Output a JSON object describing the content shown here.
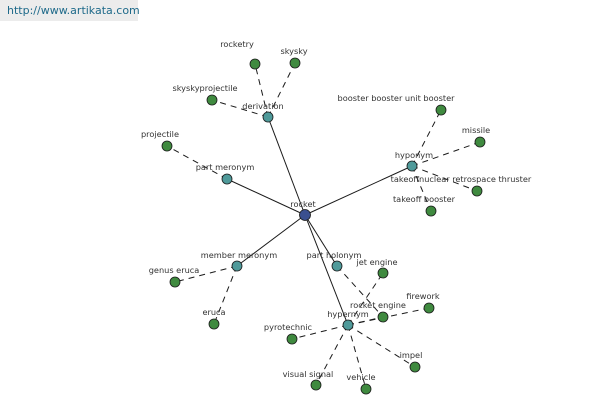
{
  "url_banner": "http://www.artikata.com",
  "colors": {
    "center": "#3a4f8f",
    "relation": "#4f9a9a",
    "leaf": "#3f8a3f",
    "edge": "#1a1a1a"
  },
  "nodes": [
    {
      "id": "rocket",
      "label": "rocket",
      "kind": "center"
    },
    {
      "id": "derivation",
      "label": "derivation",
      "kind": "relation"
    },
    {
      "id": "hyponym",
      "label": "hyponym",
      "kind": "relation"
    },
    {
      "id": "part-meronym",
      "label": "part meronym",
      "kind": "relation"
    },
    {
      "id": "member-meronym",
      "label": "member meronym",
      "kind": "relation"
    },
    {
      "id": "part-holonym",
      "label": "part holonym",
      "kind": "relation"
    },
    {
      "id": "hypernym",
      "label": "hypernym",
      "kind": "relation"
    },
    {
      "id": "rocketry",
      "label": "rocketry",
      "kind": "leaf"
    },
    {
      "id": "skysky",
      "label": "skysky",
      "kind": "leaf"
    },
    {
      "id": "skyskyprojectile",
      "label": "skyskyprojectile",
      "kind": "leaf"
    },
    {
      "id": "projectile",
      "label": "projectile",
      "kind": "leaf"
    },
    {
      "id": "booster-unit",
      "label": "booster booster unit booster",
      "kind": "leaf"
    },
    {
      "id": "missile",
      "label": "missile",
      "kind": "leaf"
    },
    {
      "id": "takeoff-nuclear",
      "label": "takeoffnuclear retrospace thruster",
      "kind": "leaf"
    },
    {
      "id": "takeoff-booster",
      "label": "takeoff booster",
      "kind": "leaf"
    },
    {
      "id": "genus-eruca",
      "label": "genus eruca",
      "kind": "leaf"
    },
    {
      "id": "eruca",
      "label": "eruca",
      "kind": "leaf"
    },
    {
      "id": "jet-engine",
      "label": "jet engine",
      "kind": "leaf"
    },
    {
      "id": "rocket-engine",
      "label": "rocket engine",
      "kind": "leaf"
    },
    {
      "id": "firework",
      "label": "firework",
      "kind": "leaf"
    },
    {
      "id": "pyrotechnic",
      "label": "pyrotechnic",
      "kind": "leaf"
    },
    {
      "id": "impel",
      "label": "impel",
      "kind": "leaf"
    },
    {
      "id": "visual-signal",
      "label": "visual signal",
      "kind": "leaf"
    },
    {
      "id": "vehicle",
      "label": "vehicle",
      "kind": "leaf"
    }
  ],
  "edges": [
    {
      "from": "rocket",
      "to": "derivation",
      "style": "solid"
    },
    {
      "from": "rocket",
      "to": "hyponym",
      "style": "solid"
    },
    {
      "from": "rocket",
      "to": "part-meronym",
      "style": "solid"
    },
    {
      "from": "rocket",
      "to": "member-meronym",
      "style": "solid"
    },
    {
      "from": "rocket",
      "to": "part-holonym",
      "style": "solid"
    },
    {
      "from": "rocket",
      "to": "hypernym",
      "style": "solid"
    },
    {
      "from": "derivation",
      "to": "rocketry",
      "style": "dashed"
    },
    {
      "from": "derivation",
      "to": "skysky",
      "style": "dashed"
    },
    {
      "from": "derivation",
      "to": "skyskyprojectile",
      "style": "dashed"
    },
    {
      "from": "part-meronym",
      "to": "projectile",
      "style": "dashed"
    },
    {
      "from": "hyponym",
      "to": "booster-unit",
      "style": "dashed"
    },
    {
      "from": "hyponym",
      "to": "missile",
      "style": "dashed"
    },
    {
      "from": "hyponym",
      "to": "takeoff-nuclear",
      "style": "dashed"
    },
    {
      "from": "hyponym",
      "to": "takeoff-booster",
      "style": "dashed"
    },
    {
      "from": "member-meronym",
      "to": "genus-eruca",
      "style": "dashed"
    },
    {
      "from": "member-meronym",
      "to": "eruca",
      "style": "dashed"
    },
    {
      "from": "part-holonym",
      "to": "rocket-engine",
      "style": "dashed"
    },
    {
      "from": "hypernym",
      "to": "jet-engine",
      "style": "dashed"
    },
    {
      "from": "hypernym",
      "to": "rocket-engine",
      "style": "dashed"
    },
    {
      "from": "hypernym",
      "to": "firework",
      "style": "dashed"
    },
    {
      "from": "hypernym",
      "to": "pyrotechnic",
      "style": "dashed"
    },
    {
      "from": "hypernym",
      "to": "impel",
      "style": "dashed"
    },
    {
      "from": "hypernym",
      "to": "visual-signal",
      "style": "dashed"
    },
    {
      "from": "hypernym",
      "to": "vehicle",
      "style": "dashed"
    }
  ]
}
